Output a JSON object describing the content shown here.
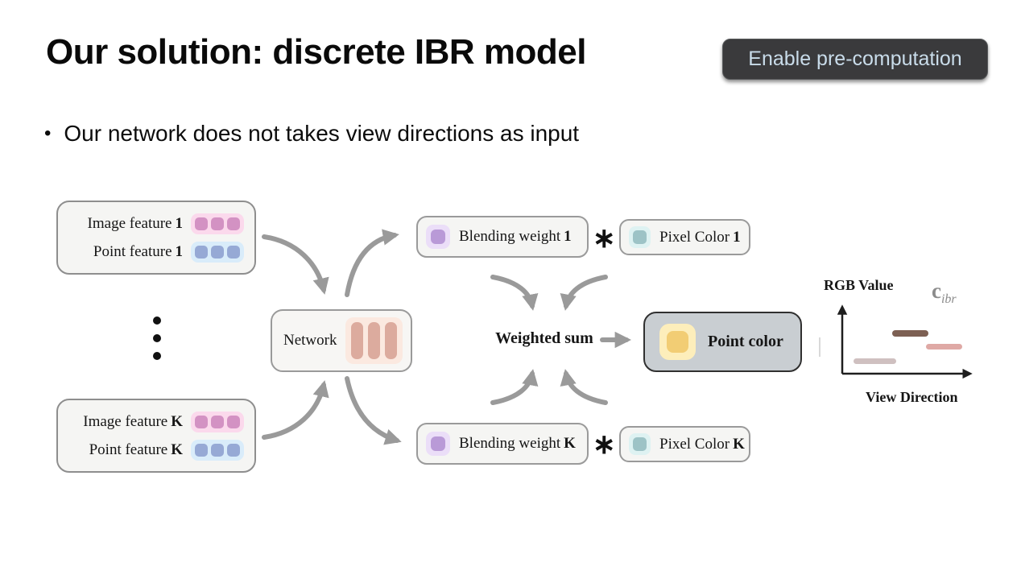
{
  "slide": {
    "title": "Our solution: discrete IBR model",
    "overlay_button": "Enable pre-computation",
    "bullet_marker": "•",
    "bullet": "Our network does not takes view directions as input"
  },
  "diagram": {
    "feature_box_1": {
      "image_feature_label": "Image feature",
      "image_feature_index": "1",
      "point_feature_label": "Point feature",
      "point_feature_index": "1"
    },
    "feature_box_k": {
      "image_feature_label": "Image feature",
      "image_feature_index": "K",
      "point_feature_label": "Point feature",
      "point_feature_index": "K"
    },
    "network_label": "Network",
    "blending_weight_1": {
      "label": "Blending weight",
      "index": "1"
    },
    "pixel_color_1": {
      "label": "Pixel Color",
      "index": "1"
    },
    "blending_weight_k": {
      "label": "Blending weight",
      "index": "K"
    },
    "pixel_color_k": {
      "label": "Pixel Color",
      "index": "K"
    },
    "multiply_symbol": "∗",
    "weighted_sum_label": "Weighted sum",
    "point_color_label": "Point color"
  },
  "chart": {
    "ylabel": "RGB Value",
    "xlabel": "View Direction",
    "symbol_main": "c",
    "symbol_sub": "ibr"
  },
  "chart_data": {
    "type": "line",
    "subtype": "piecewise-constant-step-segments",
    "title": "c_ibr (discrete IBR color vs view direction)",
    "xlabel": "View Direction",
    "ylabel": "RGB Value",
    "axis_ticks": "none",
    "grid": false,
    "segments": [
      {
        "x_range_frac": [
          0.08,
          0.4
        ],
        "level_frac": 0.2,
        "color": "#cfc0c0"
      },
      {
        "x_range_frac": [
          0.38,
          0.65
        ],
        "level_frac": 0.62,
        "color": "#7d6053"
      },
      {
        "x_range_frac": [
          0.63,
          0.9
        ],
        "level_frac": 0.42,
        "color": "#dfa9a5"
      }
    ]
  },
  "colors": {
    "button_bg": "#3a3a3c",
    "button_text": "#c9dcea",
    "image_feature_pill_bg": "#fbd9ec",
    "image_feature_squares": "#d392c3",
    "point_feature_pill_bg": "#d9ecfa",
    "point_feature_squares": "#96a9d5",
    "network_pill_bg": "#fbe9e0",
    "network_bars": "#dcab9e",
    "blending_weight_icon_bg": "#ebdef8",
    "blending_weight_icon": "#b99ad7",
    "pixel_color_icon_bg": "#def2f2",
    "pixel_color_icon": "#9dc3c6",
    "point_color_box_bg": "#c9ced2",
    "point_color_icon_bg": "#fdeebb",
    "point_color_icon": "#f2cd74",
    "arrow_gray": "#9a9a9a",
    "box_fill": "#f5f5f3",
    "box_border": "#9a9a9a"
  }
}
